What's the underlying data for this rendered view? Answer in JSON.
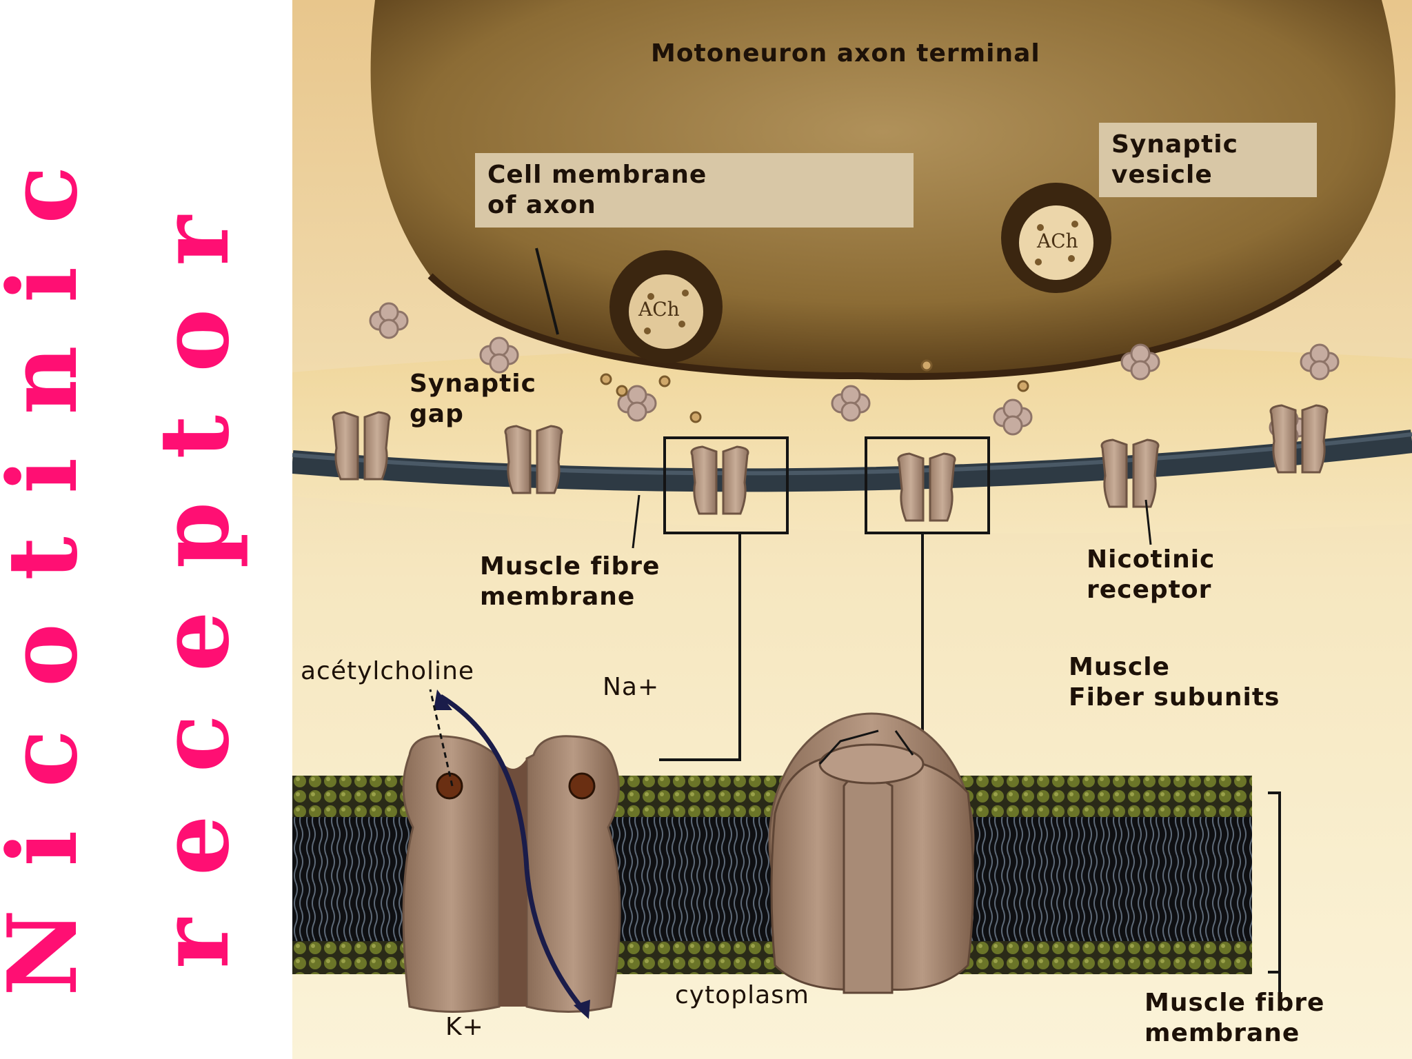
{
  "title": {
    "line1": "Nicotinic",
    "line2": "receptor"
  },
  "labels": {
    "axon_terminal": "Motoneuron axon terminal",
    "cell_membrane_axon_1": "Cell membrane",
    "cell_membrane_axon_2": "of axon",
    "synaptic_vesicle_1": "Synaptic",
    "synaptic_vesicle_2": "vesicle",
    "synaptic_gap_1": "Synaptic",
    "synaptic_gap_2": "gap",
    "muscle_fibre_membrane_top_1": "Muscle fibre",
    "muscle_fibre_membrane_top_2": "membrane",
    "nicotinic_receptor_1": "Nicotinic",
    "nicotinic_receptor_2": "receptor",
    "acetylcholine": "acétylcholine",
    "na": "Na+",
    "muscle_fiber_subunits_1": "Muscle",
    "muscle_fiber_subunits_2": "Fiber subunits",
    "cytoplasm": "cytoplasm",
    "k": "K+",
    "muscle_fibre_membrane_bottom_1": "Muscle fibre",
    "muscle_fibre_membrane_bottom_2": "membrane",
    "ach": "ACh"
  },
  "colors": {
    "title": "#ff0f73",
    "axon_terminal": "#8a6a32",
    "synaptic_cleft": "#f3dfa8",
    "membrane_band": "#2e3a44",
    "receptor": "#b59a86",
    "lipid_head": "#5d6a22",
    "label_box": "#d8c7a6"
  }
}
